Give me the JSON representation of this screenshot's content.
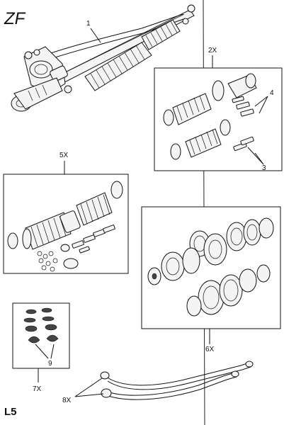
{
  "handwritten_note": "ZF",
  "page_code": "L5",
  "callouts": [
    {
      "id": "c1",
      "text": "1"
    },
    {
      "id": "c2x",
      "text": "2X"
    },
    {
      "id": "c4",
      "text": "4"
    },
    {
      "id": "c3",
      "text": "3"
    },
    {
      "id": "c5x",
      "text": "5X"
    },
    {
      "id": "c6x",
      "text": "6X"
    },
    {
      "id": "c9",
      "text": "9"
    },
    {
      "id": "c7x",
      "text": "7X"
    },
    {
      "id": "c8x",
      "text": "8X"
    }
  ]
}
